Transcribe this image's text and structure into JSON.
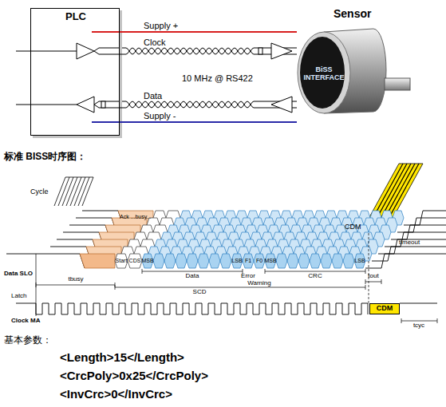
{
  "diagram": {
    "nodes": [
      {
        "text": [
          "PLC"
        ]
      },
      {
        "text": [
          "Sensor",
          "BiSS INTERFACE"
        ]
      },
      {
        "text": [
          "CDM"
        ]
      }
    ],
    "edges": [
      {
        "from": 0,
        "to": 1,
        "arrow": "none",
        "label": "Supply +"
      },
      {
        "from": 0,
        "to": 1,
        "arrow": "none",
        "label": "Clock"
      },
      {
        "from": 0,
        "to": 1,
        "arrow": "none",
        "label": "Data"
      },
      {
        "from": 0,
        "to": 1,
        "arrow": "none",
        "label": "Supply -"
      }
    ],
    "labels": [
      "10 MHz @ RS422",
      "标准 BISS时序图：",
      "Cycle",
      "Ack ...busy...",
      "CDM",
      "timeout",
      "Start",
      "CDS",
      "MSB",
      "LSB",
      "F1",
      "F0",
      "MSB",
      "LSB",
      "Data SLO",
      "tbusy",
      "Data",
      "Error",
      "Warning",
      "CRC",
      "tout",
      "SCD",
      "Latch",
      "Clock MA",
      "tcyc",
      "基本参数：",
      "<Length>15</Length>",
      "<CrcPoly>0x25</CrcPoly>",
      "<InvCrc>0</InvCrc>"
    ]
  }
}
